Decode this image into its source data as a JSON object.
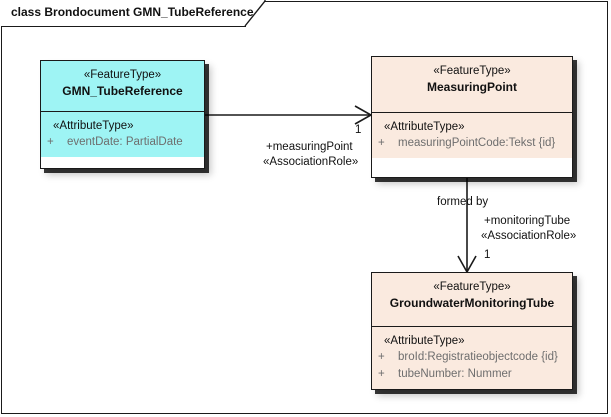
{
  "diagram": {
    "frame_title": "class Brondocument GMN_TubeReference"
  },
  "classes": [
    {
      "id": "gmn-tube-reference",
      "stereotype": "«FeatureType»",
      "name": "GMN_TubeReference",
      "fill": "#9ef4f4",
      "compartment_stereotype": "«AttributeType»",
      "attributes": [
        {
          "visibility": "+",
          "text": "eventDate: PartialDate"
        }
      ]
    },
    {
      "id": "measuring-point",
      "stereotype": "«FeatureType»",
      "name": "MeasuringPoint",
      "fill": "#faeadf",
      "compartment_stereotype": "«AttributeType»",
      "attributes": [
        {
          "visibility": "+",
          "text": "measuringPointCode:Tekst {id}"
        }
      ]
    },
    {
      "id": "groundwater-monitoring-tube",
      "stereotype": "«FeatureType»",
      "name": "GroundwaterMonitoringTube",
      "fill": "#faeadf",
      "compartment_stereotype": "«AttributeType»",
      "attributes": [
        {
          "visibility": "+",
          "text": "broId:Registratieobjectcode {id}"
        },
        {
          "visibility": "+",
          "text": "tubeNumber: Nummer"
        }
      ]
    }
  ],
  "associations": [
    {
      "id": "measuring-point-association",
      "source": "gmn-tube-reference",
      "target": "measuring-point",
      "name": "",
      "target_multiplicity": "1",
      "target_role": "+measuringPoint",
      "target_role_stereotype": "«AssociationRole»"
    },
    {
      "id": "monitoring-tube-association",
      "source": "measuring-point",
      "target": "groundwater-monitoring-tube",
      "name": "formed by",
      "target_multiplicity": "1",
      "target_role": "+monitoringTube",
      "target_role_stereotype": "«AssociationRole»"
    }
  ]
}
